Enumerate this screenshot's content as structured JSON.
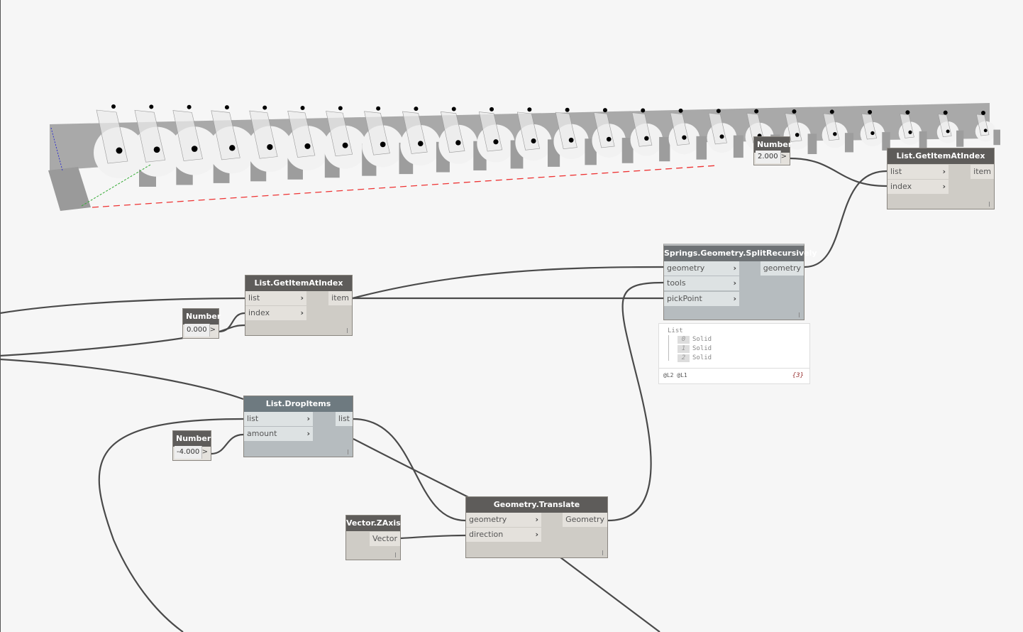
{
  "nodes": {
    "number_top": {
      "title": "Number",
      "value": "2.000",
      "arrow": ">"
    },
    "getitem_top": {
      "title": "List.GetItemAtIndex",
      "inputs": [
        "list",
        "index"
      ],
      "output": "item"
    },
    "split": {
      "title": "Springs.Geometry.SplitRecursively",
      "inputs": [
        "geometry",
        "tools",
        "pickPoint"
      ],
      "output": "geometry"
    },
    "getitem_mid": {
      "title": "List.GetItemAtIndex",
      "inputs": [
        "list",
        "index"
      ],
      "output": "item"
    },
    "number_mid": {
      "title": "Number",
      "value": "0.000",
      "arrow": ">"
    },
    "dropitems": {
      "title": "List.DropItems",
      "inputs": [
        "list",
        "amount"
      ],
      "output": "list"
    },
    "number_low": {
      "title": "Number",
      "value": "-4.000",
      "arrow": ">"
    },
    "translate": {
      "title": "Geometry.Translate",
      "inputs": [
        "geometry",
        "direction"
      ],
      "output": "Geometry"
    },
    "zaxis": {
      "title": "Vector.ZAxis",
      "output": "Vector"
    }
  },
  "preview": {
    "label": "List",
    "items": [
      {
        "index": "0",
        "value": "Solid"
      },
      {
        "index": "1",
        "value": "Solid"
      },
      {
        "index": "2",
        "value": "Solid"
      }
    ],
    "levels": "@L2 @L1",
    "count": "{3}"
  }
}
